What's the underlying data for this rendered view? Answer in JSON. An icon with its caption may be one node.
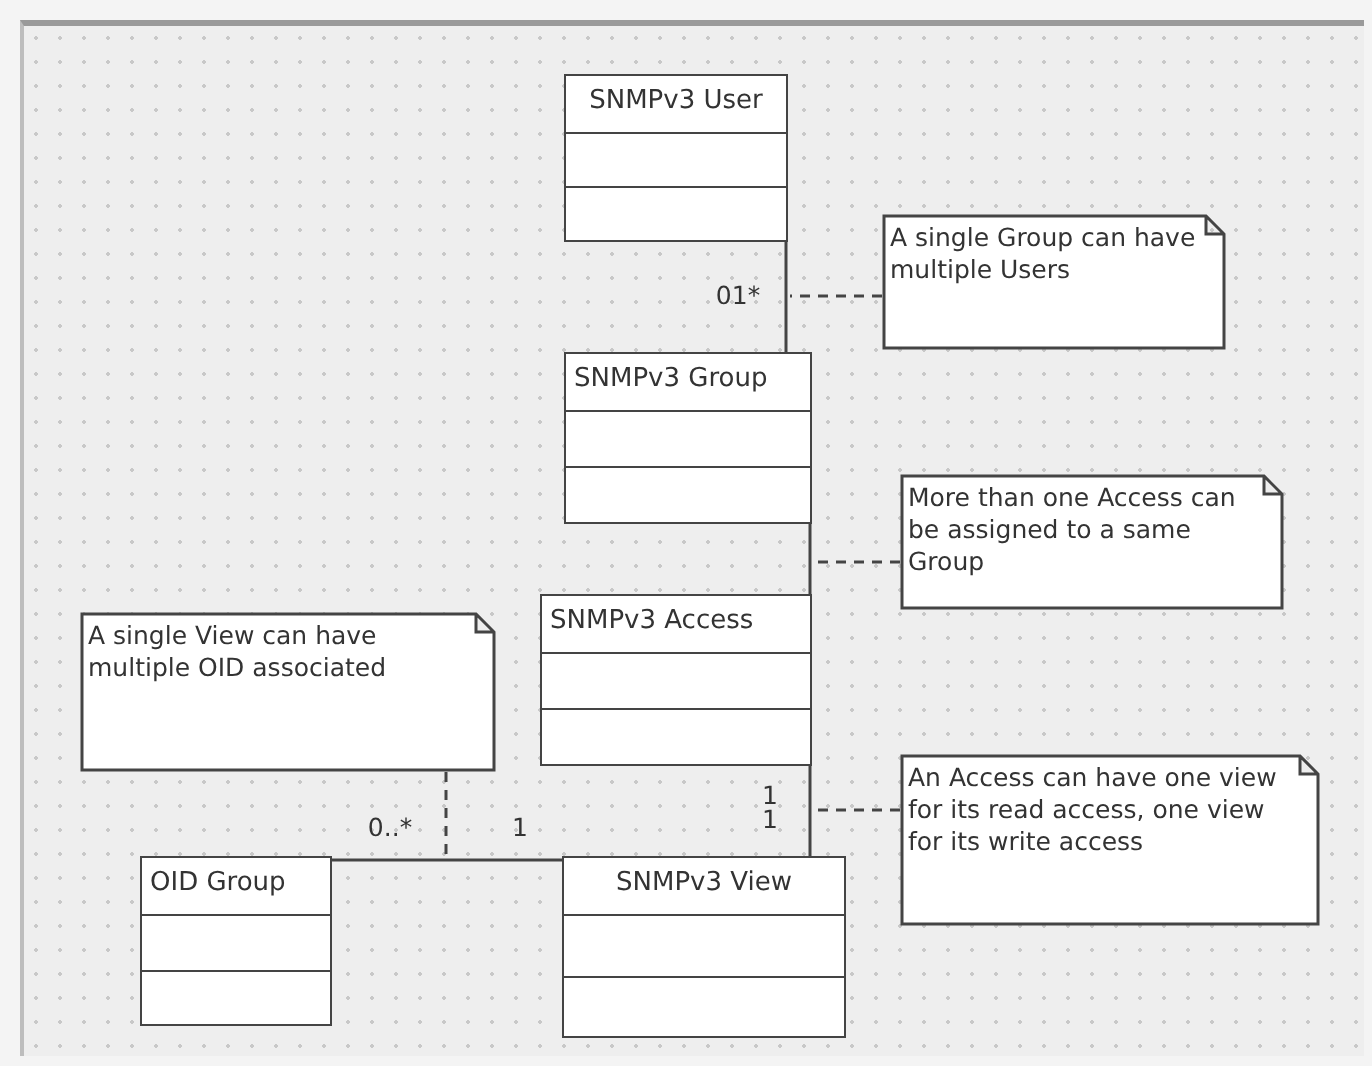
{
  "diagram": {
    "nodes": [
      {
        "text": [
          "SNMPv3 User"
        ]
      },
      {
        "text": [
          "A single Group can have multiple Users"
        ]
      },
      {
        "text": [
          "SNMPv3 Group"
        ]
      },
      {
        "text": [
          "More than one Access can be assigned to a same Group"
        ]
      },
      {
        "text": [
          "SNMPv3 Access"
        ]
      },
      {
        "text": [
          "A single View can have multiple OID associated"
        ]
      },
      {
        "text": [
          "An Access can have one view for its read access, one view for its write access"
        ]
      },
      {
        "text": [
          "OID Group"
        ]
      },
      {
        "text": [
          "SNMPv3 View"
        ]
      }
    ],
    "edges": [
      {
        "from": 0,
        "to": 2,
        "arrow": "none",
        "label": "01*"
      },
      {
        "from": 1,
        "to": null,
        "arrow": "none",
        "style": "dashed"
      },
      {
        "from": 2,
        "to": 4,
        "arrow": "none"
      },
      {
        "from": 3,
        "to": null,
        "arrow": "none",
        "style": "dashed"
      },
      {
        "from": 4,
        "to": 8,
        "arrow": "none",
        "label": "1"
      },
      {
        "from": 5,
        "to": null,
        "arrow": "none",
        "style": "dashed"
      },
      {
        "from": 6,
        "to": null,
        "arrow": "none",
        "style": "dashed"
      },
      {
        "from": 7,
        "to": 8,
        "arrow": "none",
        "label": "0..*"
      }
    ],
    "labels": [
      "1",
      "1"
    ]
  }
}
